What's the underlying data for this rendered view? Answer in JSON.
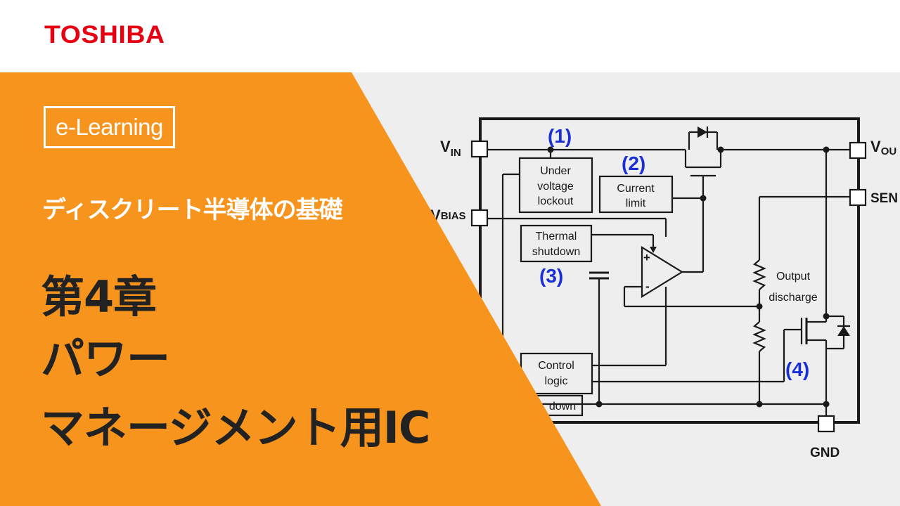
{
  "brand": {
    "name": "TOSHIBA",
    "color": "#e60012"
  },
  "accent_color": "#f7941d",
  "badge": "e-Learning",
  "subtitle": "ディスクリート半導体の基礎",
  "title": {
    "line1": "第4章",
    "line2": "パワー",
    "line3": "マネージメント用IC"
  },
  "diagram": {
    "pins": {
      "vin": "V",
      "vin_sub": "IN",
      "vbias": "V",
      "vbias_sub": "BIAS",
      "vout": "V",
      "vout_sub": "OU",
      "sense": "SEN",
      "gnd": "GND"
    },
    "blocks": {
      "uvlo_1": "Under",
      "uvlo_2": "voltage",
      "uvlo_3": "lockout",
      "current_1": "Current",
      "current_2": "limit",
      "thermal_1": "Thermal",
      "thermal_2": "shutdown",
      "control_1": "Control",
      "control_2": "logic",
      "shutdown_partial": "down",
      "discharge_1": "Output",
      "discharge_2": "discharge"
    },
    "markers": [
      "(1)",
      "(2)",
      "(3)",
      "(4)"
    ],
    "opamp_plus": "+",
    "opamp_minus": "-"
  }
}
